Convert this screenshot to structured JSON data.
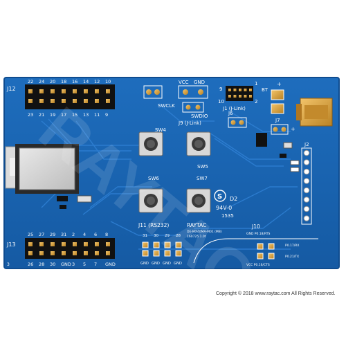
{
  "board": {
    "header_top": {
      "label": "J12",
      "top_pins": [
        "22",
        "24",
        "20",
        "18",
        "16",
        "14",
        "12",
        "10"
      ],
      "bottom_pins": [
        "23",
        "21",
        "19",
        "17",
        "15",
        "13",
        "11",
        "9"
      ]
    },
    "header_bottom": {
      "label": "J13",
      "top_pins": [
        "25",
        "27",
        "29",
        "31",
        "2",
        "4",
        "6",
        "8"
      ],
      "bottom_pins": [
        "26",
        "28",
        "30",
        "GND",
        "3",
        "5",
        "7",
        "GND"
      ]
    },
    "swd": {
      "vcc": "VCC",
      "gnd": "GND",
      "swclk": "SWCLK",
      "swdio": "SWDIO"
    },
    "jlink": {
      "label": "J1 (J-Link)",
      "pin_left_top": "9",
      "pin_left_bottom": "10",
      "pin_right_top": "1",
      "pin_right_bottom": "2"
    },
    "j9": "J9 (J-Link)",
    "j6": "J6",
    "j7": "J7",
    "j2": "J2",
    "bt": "BT",
    "switches": [
      "SW4",
      "SW5",
      "SW6",
      "SW7"
    ],
    "ul_mark": {
      "d2": "D2",
      "rating": "94V-0",
      "date": "1535"
    },
    "j11": {
      "label": "J11 (RS232)",
      "pins": [
        "31",
        "30",
        "29",
        "28"
      ],
      "gnds": [
        "GND",
        "GND",
        "GND",
        "GND"
      ]
    },
    "raytac": {
      "name": "RAYTAC",
      "line1": "DE-MX40MA-M01 (MB)",
      "line2": "160725 1.0t"
    },
    "j10": {
      "label": "J10",
      "top": "GND  P0.18/RTS",
      "mid": "P0.17/RX",
      "low": "P0.21/TX",
      "bottom": "VCC  P0.16/CTS"
    },
    "corner_mark": "3",
    "plus_marks": [
      "+",
      "+"
    ]
  },
  "watermark": "RAYTAC",
  "copyright": "Copyright © 2018 www.raytac.com  All Rights Reserved.",
  "colors": {
    "pcb": "#1a62b0",
    "pcb_edge": "#0f4c8f",
    "trace": "#2f7fd0",
    "silk": "#ffffff",
    "gold": "#d9a441",
    "pin_black": "#1a1a1a"
  }
}
